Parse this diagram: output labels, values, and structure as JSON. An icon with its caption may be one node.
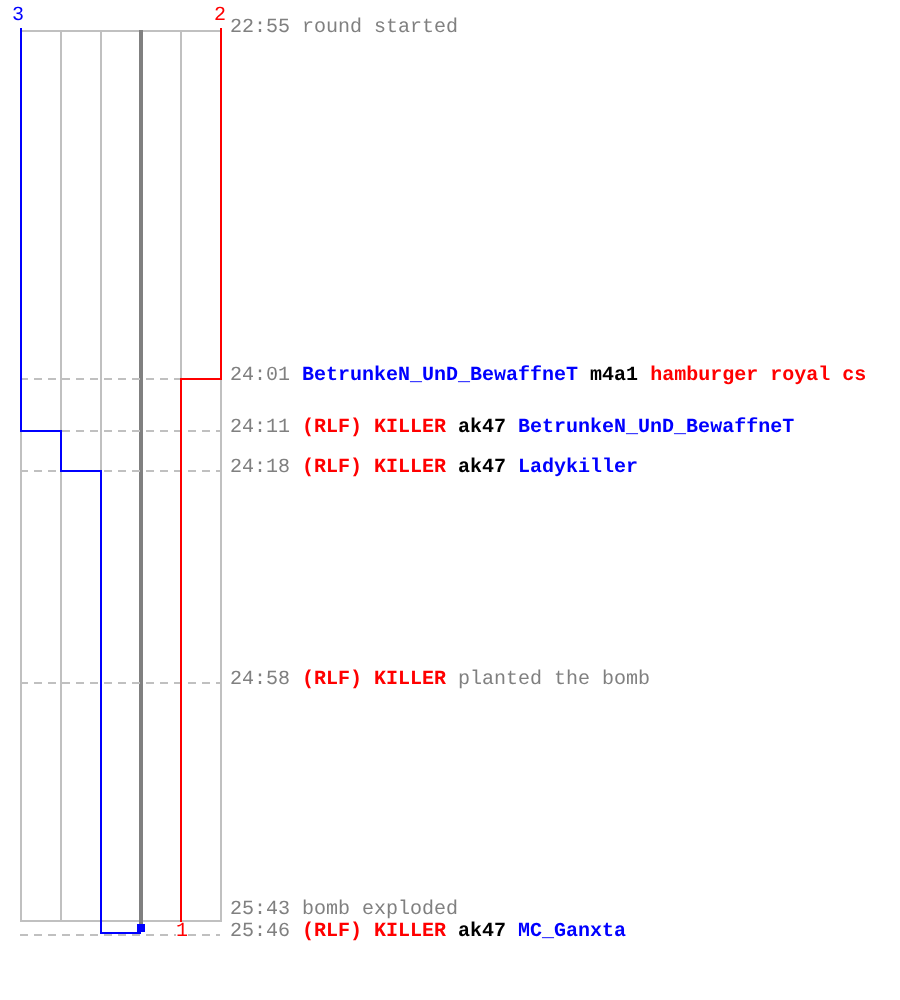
{
  "diagram": {
    "labels": [
      "3",
      "2",
      "22:55",
      "round started",
      "24:01",
      "BetrunkeN_UnD_BewaffneT",
      "m4a1",
      "hamburger royal cs",
      "24:11",
      "(RLF) KILLER",
      "ak47",
      "BetrunkeN_UnD_BewaffneT",
      "24:18",
      "(RLF) KILLER",
      "ak47",
      "Ladykiller",
      "24:58",
      "(RLF) KILLER",
      "planted the bomb",
      "25:43",
      "bomb exploded",
      "1",
      "25:46",
      "(RLF) KILLER",
      "ak47",
      "MC_Ganxta"
    ]
  }
}
